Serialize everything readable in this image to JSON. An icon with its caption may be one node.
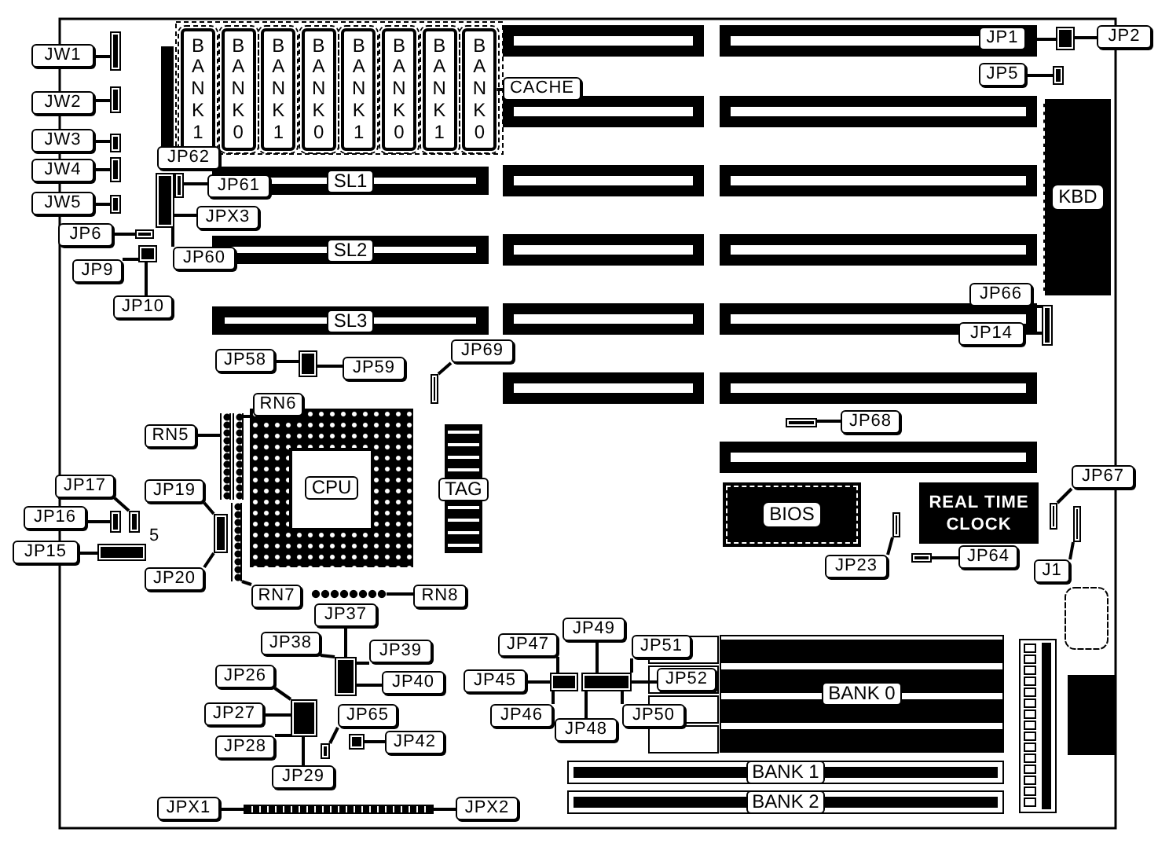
{
  "diagram": {
    "nodes": [
      {
        "text": [
          "BANK1"
        ]
      },
      {
        "text": [
          "BANK0"
        ]
      },
      {
        "text": [
          "BANK1"
        ]
      },
      {
        "text": [
          "BANK0"
        ]
      },
      {
        "text": [
          "BANK1"
        ]
      },
      {
        "text": [
          "BANK0"
        ]
      },
      {
        "text": [
          "BANK1"
        ]
      },
      {
        "text": [
          "BANK0"
        ]
      },
      {
        "text": [
          "JW1"
        ]
      },
      {
        "text": [
          "JW2"
        ]
      },
      {
        "text": [
          "JW3"
        ]
      },
      {
        "text": [
          "JW4"
        ]
      },
      {
        "text": [
          "JW5"
        ]
      },
      {
        "text": [
          "JP62"
        ]
      },
      {
        "text": [
          "JP61"
        ]
      },
      {
        "text": [
          "JPX3"
        ]
      },
      {
        "text": [
          "JP60"
        ]
      },
      {
        "text": [
          "JP6"
        ]
      },
      {
        "text": [
          "JP9"
        ]
      },
      {
        "text": [
          "JP10"
        ]
      },
      {
        "text": [
          "CACHE"
        ]
      },
      {
        "text": [
          "JP1"
        ]
      },
      {
        "text": [
          "JP2"
        ]
      },
      {
        "text": [
          "JP5"
        ]
      },
      {
        "text": [
          "SL1"
        ]
      },
      {
        "text": [
          "SL2"
        ]
      },
      {
        "text": [
          "SL3"
        ]
      },
      {
        "text": [
          "KBD"
        ]
      },
      {
        "text": [
          "JP66"
        ]
      },
      {
        "text": [
          "JP14"
        ]
      },
      {
        "text": [
          "JP58"
        ]
      },
      {
        "text": [
          "JP59"
        ]
      },
      {
        "text": [
          "JP69"
        ]
      },
      {
        "text": [
          "RN6"
        ]
      },
      {
        "text": [
          "RN5"
        ]
      },
      {
        "text": [
          "CPU"
        ]
      },
      {
        "text": [
          "TAG"
        ]
      },
      {
        "text": [
          "JP68"
        ]
      },
      {
        "text": [
          "JP19"
        ]
      },
      {
        "text": [
          "JP17"
        ]
      },
      {
        "text": [
          "JP16"
        ]
      },
      {
        "text": [
          "JP15"
        ]
      },
      {
        "text": [
          "JP20"
        ]
      },
      {
        "text": [
          "BIOS"
        ]
      },
      {
        "text": [
          "REAL TIME CLOCK"
        ]
      },
      {
        "text": [
          "JP67"
        ]
      },
      {
        "text": [
          "JP23"
        ]
      },
      {
        "text": [
          "JP64"
        ]
      },
      {
        "text": [
          "J1"
        ]
      },
      {
        "text": [
          "RN7"
        ]
      },
      {
        "text": [
          "RN8"
        ]
      },
      {
        "text": [
          "JP37"
        ]
      },
      {
        "text": [
          "JP38"
        ]
      },
      {
        "text": [
          "JP39"
        ]
      },
      {
        "text": [
          "JP40"
        ]
      },
      {
        "text": [
          "JP49"
        ]
      },
      {
        "text": [
          "JP47"
        ]
      },
      {
        "text": [
          "JP51"
        ]
      },
      {
        "text": [
          "JP45"
        ]
      },
      {
        "text": [
          "JP52"
        ]
      },
      {
        "text": [
          "BANK 0"
        ]
      },
      {
        "text": [
          "JP46"
        ]
      },
      {
        "text": [
          "JP48"
        ]
      },
      {
        "text": [
          "JP50"
        ]
      },
      {
        "text": [
          "JP26"
        ]
      },
      {
        "text": [
          "JP27"
        ]
      },
      {
        "text": [
          "JP65"
        ]
      },
      {
        "text": [
          "JP42"
        ]
      },
      {
        "text": [
          "JP28"
        ]
      },
      {
        "text": [
          "JP29"
        ]
      },
      {
        "text": [
          "BANK 1"
        ]
      },
      {
        "text": [
          "BANK 2"
        ]
      },
      {
        "text": [
          "JPX1"
        ]
      },
      {
        "text": [
          "JPX2"
        ]
      },
      {
        "text": [],
        "shape": "box"
      },
      {
        "text": [],
        "shape": "box"
      },
      {
        "text": [],
        "shape": "box"
      },
      {
        "text": [],
        "shape": "box"
      },
      {
        "text": [],
        "shape": "box"
      },
      {
        "text": [],
        "shape": "box"
      },
      {
        "text": [],
        "shape": "box"
      },
      {
        "text": [],
        "shape": "box"
      },
      {
        "text": [],
        "shape": "box"
      },
      {
        "text": [],
        "shape": "box"
      },
      {
        "text": [],
        "shape": "box"
      },
      {
        "text": [],
        "shape": "box"
      },
      {
        "text": [],
        "shape": "box"
      },
      {
        "text": [],
        "shape": "box"
      },
      {
        "text": [],
        "shape": "box"
      },
      {
        "text": [],
        "shape": "box"
      },
      {
        "text": [],
        "shape": "box"
      },
      {
        "text": [],
        "shape": "box"
      },
      {
        "text": [],
        "shape": "box"
      },
      {
        "text": [],
        "shape": "box"
      },
      {
        "text": [],
        "shape": "box"
      },
      {
        "text": [],
        "shape": "box"
      },
      {
        "text": [],
        "shape": "box"
      },
      {
        "text": [],
        "shape": "box"
      },
      {
        "text": [],
        "shape": "box"
      },
      {
        "text": [],
        "shape": "box"
      },
      {
        "text": [],
        "shape": "box"
      },
      {
        "text": [],
        "shape": "box"
      },
      {
        "text": [],
        "shape": "box"
      },
      {
        "text": [],
        "shape": "box"
      },
      {
        "text": [],
        "shape": "box"
      },
      {
        "text": [],
        "shape": "box"
      },
      {
        "text": [],
        "shape": "box"
      },
      {
        "text": [],
        "shape": "box"
      }
    ],
    "edges": [
      {
        "from": 8,
        "to": 74,
        "arrow": "none"
      },
      {
        "from": 9,
        "to": 75,
        "arrow": "none"
      },
      {
        "from": 10,
        "to": 76,
        "arrow": "none"
      },
      {
        "from": 11,
        "to": 77,
        "arrow": "none"
      },
      {
        "from": 12,
        "to": 78,
        "arrow": "none"
      },
      {
        "from": 14,
        "to": 80,
        "arrow": "none"
      },
      {
        "from": 15,
        "to": 79,
        "arrow": "none"
      },
      {
        "from": 16,
        "to": 79,
        "arrow": "none"
      },
      {
        "from": 17,
        "to": 81,
        "arrow": "none"
      },
      {
        "from": 18,
        "to": 82,
        "arrow": "none"
      },
      {
        "from": 19,
        "to": 82,
        "arrow": "none"
      },
      {
        "from": 20,
        "to": 7,
        "arrow": "none"
      },
      {
        "from": 21,
        "to": 83,
        "arrow": "none"
      },
      {
        "from": 22,
        "to": 83,
        "arrow": "none"
      },
      {
        "from": 23,
        "to": 84,
        "arrow": "none"
      },
      {
        "from": 28,
        "to": 85,
        "arrow": "none"
      },
      {
        "from": 29,
        "to": 85,
        "arrow": "none"
      },
      {
        "from": 30,
        "to": 86,
        "arrow": "none"
      },
      {
        "from": 31,
        "to": 86,
        "arrow": "none"
      },
      {
        "from": 32,
        "to": 87,
        "arrow": "none"
      },
      {
        "from": 33,
        "to": 89,
        "arrow": "none"
      },
      {
        "from": 34,
        "to": 88,
        "arrow": "none"
      },
      {
        "from": 37,
        "to": 96,
        "arrow": "none"
      },
      {
        "from": 38,
        "to": 93,
        "arrow": "none"
      },
      {
        "from": 39,
        "to": 91,
        "arrow": "none"
      },
      {
        "from": 40,
        "to": 90,
        "arrow": "none"
      },
      {
        "from": 41,
        "to": 92,
        "arrow": "none"
      },
      {
        "from": 42,
        "to": 93,
        "arrow": "none"
      },
      {
        "from": 45,
        "to": 98,
        "arrow": "none"
      },
      {
        "from": 46,
        "to": 97,
        "arrow": "none"
      },
      {
        "from": 47,
        "to": 100,
        "arrow": "none"
      },
      {
        "from": 48,
        "to": 99,
        "arrow": "none"
      },
      {
        "from": 49,
        "to": 94,
        "arrow": "none"
      },
      {
        "from": 50,
        "to": 95,
        "arrow": "none"
      },
      {
        "from": 51,
        "to": 101,
        "arrow": "none"
      },
      {
        "from": 52,
        "to": 101,
        "arrow": "none"
      },
      {
        "from": 53,
        "to": 101,
        "arrow": "none"
      },
      {
        "from": 54,
        "to": 101,
        "arrow": "none"
      },
      {
        "from": 55,
        "to": 103,
        "arrow": "none"
      },
      {
        "from": 56,
        "to": 102,
        "arrow": "none"
      },
      {
        "from": 57,
        "to": 103,
        "arrow": "none"
      },
      {
        "from": 58,
        "to": 102,
        "arrow": "none"
      },
      {
        "from": 59,
        "to": 103,
        "arrow": "none"
      },
      {
        "from": 61,
        "to": 102,
        "arrow": "none"
      },
      {
        "from": 62,
        "to": 103,
        "arrow": "none"
      },
      {
        "from": 63,
        "to": 103,
        "arrow": "none"
      },
      {
        "from": 64,
        "to": 104,
        "arrow": "none"
      },
      {
        "from": 65,
        "to": 104,
        "arrow": "none"
      },
      {
        "from": 66,
        "to": 105,
        "arrow": "none"
      },
      {
        "from": 67,
        "to": 106,
        "arrow": "none"
      },
      {
        "from": 68,
        "to": 104,
        "arrow": "none"
      },
      {
        "from": 69,
        "to": 104,
        "arrow": "none"
      },
      {
        "from": 72,
        "to": 107,
        "arrow": "none"
      },
      {
        "from": 73,
        "to": 107,
        "arrow": "none"
      }
    ],
    "labels": [
      "5"
    ]
  }
}
